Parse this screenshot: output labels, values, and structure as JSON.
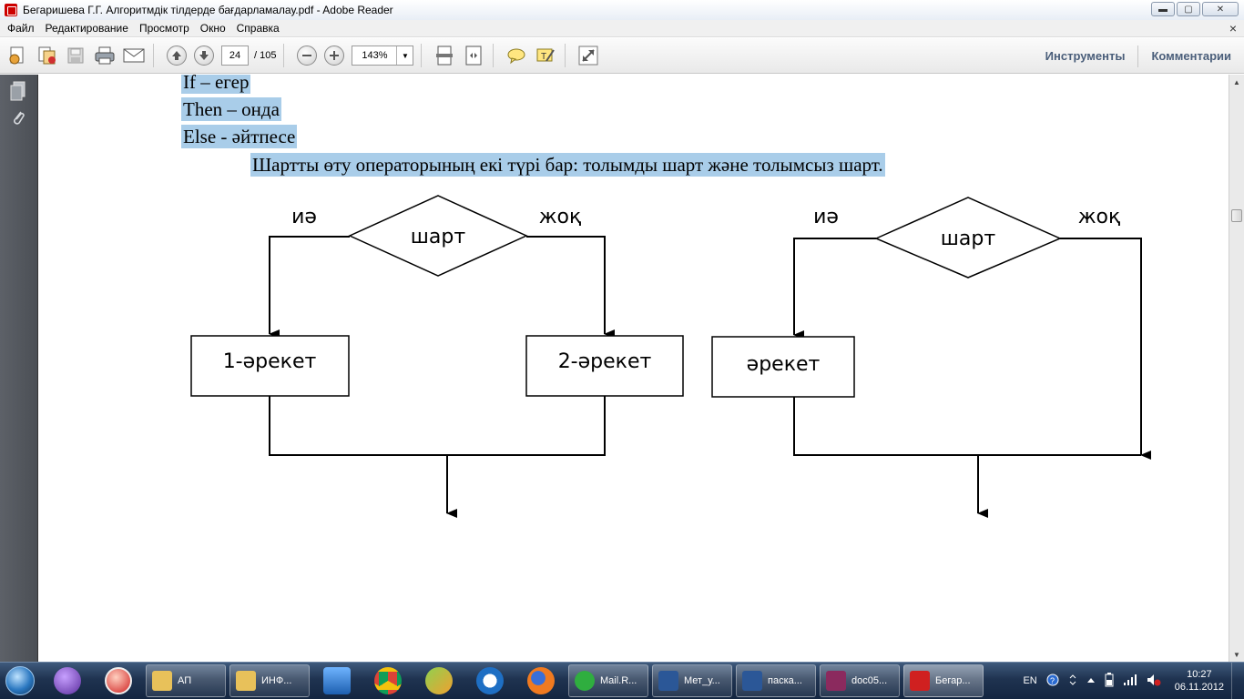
{
  "window": {
    "title": "Бегаришева Г.Г. Алгоритмдік тілдерде бағдарламалау.pdf - Adobe Reader",
    "min_glyph": "▬",
    "max_glyph": "▢",
    "close_glyph": "✕"
  },
  "menu": {
    "items": [
      "Файл",
      "Редактирование",
      "Просмотр",
      "Окно",
      "Справка"
    ],
    "close_glyph": "×"
  },
  "toolbar": {
    "page_current": "24",
    "page_total": "/ 105",
    "zoom": "143%",
    "zoom_arrow": "▼",
    "tools_label": "Инструменты",
    "comments_label": "Комментарии"
  },
  "document": {
    "lines": [
      "If – егер",
      "Then – онда",
      "Else - әйтпесе"
    ],
    "sentence": "Шартты өту операторының екі түрі бар: толымды шарт және толымсыз шарт.",
    "flow_left": {
      "yes": "иә",
      "no": "жоқ",
      "condition": "шарт",
      "action1": "1-әрекет",
      "action2": "2-әрекет"
    },
    "flow_right": {
      "yes": "иә",
      "no": "жоқ",
      "condition": "шарт",
      "action": "әрекет"
    }
  },
  "scrollbar": {
    "up_glyph": "▲",
    "down_glyph": "▼"
  },
  "taskbar": {
    "tasks": [
      {
        "label": "АП",
        "color": "#e8c15a"
      },
      {
        "label": "ИНФ...",
        "color": "#e8c15a"
      },
      {
        "label": "Mail.R...",
        "color": "#2fae3f"
      },
      {
        "label": "Мет_у...",
        "color": "#2b5797"
      },
      {
        "label": "паска...",
        "color": "#2b5797"
      },
      {
        "label": "doc05...",
        "color": "#8b2a5e"
      },
      {
        "label": "Бегар...",
        "color": "#d02020"
      }
    ],
    "language": "EN",
    "time": "10:27",
    "date": "06.11.2012"
  }
}
